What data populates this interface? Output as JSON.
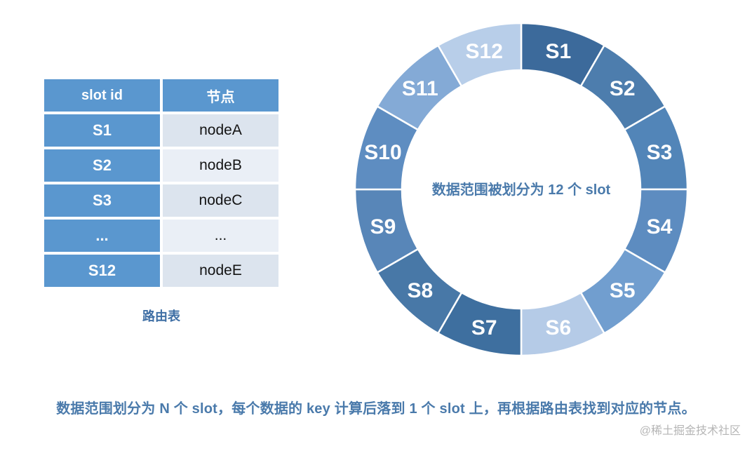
{
  "table": {
    "headers": [
      "slot id",
      "节点"
    ],
    "rows": [
      {
        "slot": "S1",
        "node": "nodeA"
      },
      {
        "slot": "S2",
        "node": "nodeB"
      },
      {
        "slot": "S3",
        "node": "nodeC"
      },
      {
        "slot": "...",
        "node": "..."
      },
      {
        "slot": "S12",
        "node": "nodeE"
      }
    ],
    "caption": "路由表"
  },
  "ring": {
    "center_label": "数据范围被划分为 12 个 slot",
    "slots": [
      {
        "label": "S1",
        "color": "#3c6a9b"
      },
      {
        "label": "S2",
        "color": "#4d7dad"
      },
      {
        "label": "S3",
        "color": "#5285b8"
      },
      {
        "label": "S4",
        "color": "#5d8cc0"
      },
      {
        "label": "S5",
        "color": "#719ecf"
      },
      {
        "label": "S6",
        "color": "#b5cbe7"
      },
      {
        "label": "S7",
        "color": "#3e6f9f"
      },
      {
        "label": "S8",
        "color": "#4878a7"
      },
      {
        "label": "S9",
        "color": "#5886b8"
      },
      {
        "label": "S10",
        "color": "#5e8dc1"
      },
      {
        "label": "S11",
        "color": "#84aad6"
      },
      {
        "label": "S12",
        "color": "#b8cee9"
      }
    ]
  },
  "footer": {
    "text": "数据范围划分为 N 个 slot，每个数据的 key 计算后落到 1 个 slot 上，再根据路由表找到对应的节点。"
  },
  "watermark": "@稀土掘金技术社区",
  "colors": {
    "table_header_bg": "#5a97cf",
    "table_slot_bg": "#5a97cf",
    "table_node_bg_odd": "#dce4ee",
    "table_node_bg_even": "#eaeff6",
    "caption_color": "#3f6fa5",
    "center_label_color": "#4a7aab",
    "footer_color": "#4a7aab",
    "watermark_color": "#b5b5b5",
    "segment_divider": "#ffffff"
  }
}
